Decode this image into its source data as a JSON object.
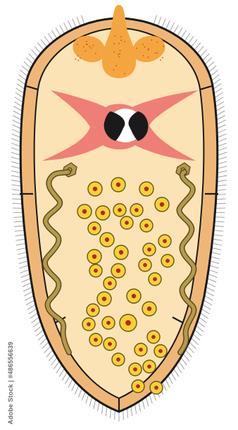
{
  "figure": {
    "kind": "anatomical schematic of a flatworm-like organism (no printed labels)",
    "watermark": "Adobe Stock | #486556639"
  },
  "colors": {
    "background": "#ffffff",
    "body_fill": "#fbe3b6",
    "body_outline": "#1a1a1a",
    "body_rim": "#efb777",
    "cilia": "#9a9a9a",
    "apical_organ": "#f5a540",
    "apical_dots": "#c0591a",
    "nerve_mass": "#ef7f76",
    "eye_spot": "#1a1a1a",
    "eye_white": "#ffffff",
    "duct": "#b59a4e",
    "duct_outline": "#5c4a1a",
    "germ_cell": "#f6d13a",
    "germ_cell_core": "#b52a1a",
    "germ_cell_outline": "#6b5410"
  },
  "icons": {
    "eye": "eye-spot-icon",
    "flame_cell": "flame-cell-icon",
    "germ_cell": "germ-cell-icon"
  },
  "structures": {
    "germ_cell_count": 40,
    "ducts": 2,
    "apical_lobes": 3
  }
}
